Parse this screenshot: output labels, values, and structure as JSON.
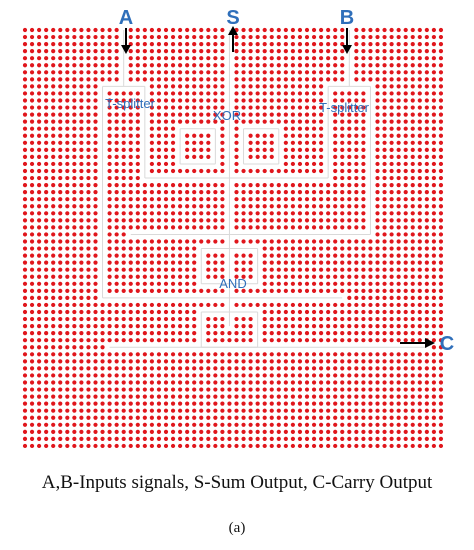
{
  "figure": {
    "inputs": {
      "a": "A",
      "b": "B"
    },
    "outputs": {
      "sum": "S",
      "carry": "C"
    },
    "labels": {
      "splitter_left": "T-splitter",
      "splitter_right": "T-splitter",
      "xor": "XOR",
      "and": "AND"
    },
    "colors": {
      "rod": "#e0161c",
      "label": "#2f6fba",
      "arrow": "#000000"
    }
  },
  "caption": {
    "text": "A,B-Inputs signals, S-Sum Output, C-Carry Output",
    "sub_label": "(a)"
  }
}
